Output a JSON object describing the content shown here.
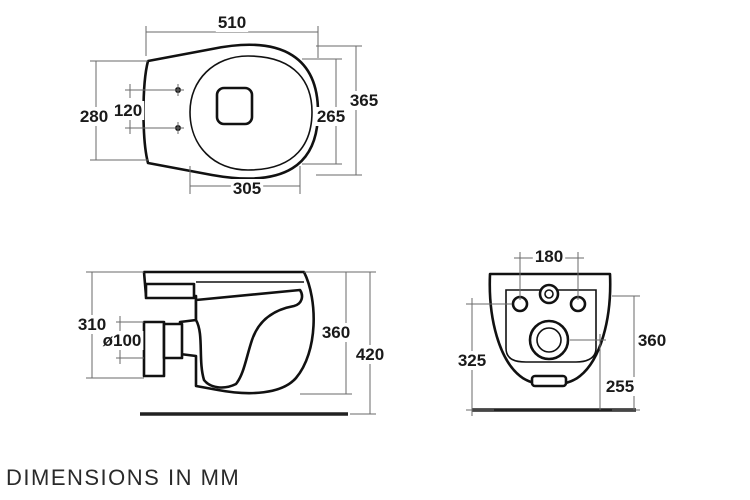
{
  "caption": "DIMENSIONS IN MM",
  "top_view": {
    "width_total": "510",
    "height_total": "365",
    "height_body": "280",
    "hole_spacing": "120",
    "seat_depth": "265",
    "bowl_length": "305"
  },
  "side_view": {
    "outlet_height": "310",
    "outlet_diameter": "ø100",
    "rim_height": "360",
    "total_height": "420"
  },
  "front_view": {
    "inlet_width": "180",
    "height_left": "325",
    "height_right": "360",
    "outlet_height": "255"
  }
}
